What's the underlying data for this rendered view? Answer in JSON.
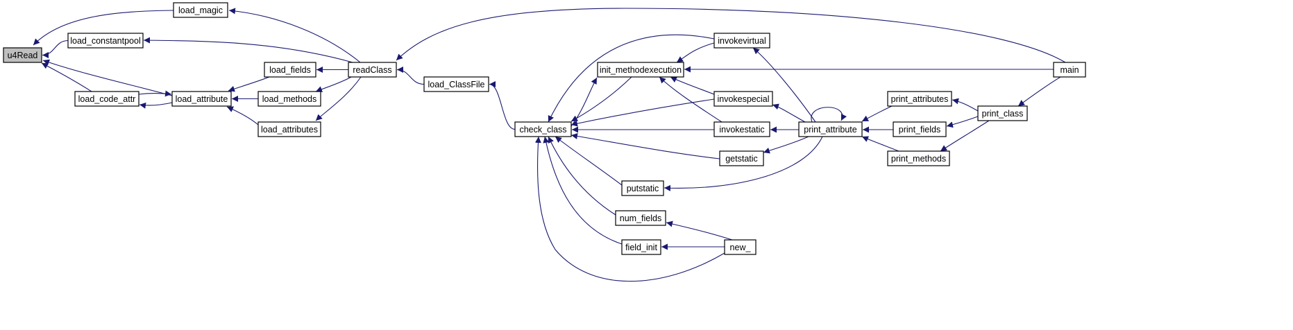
{
  "graph": {
    "edge_color": "#191970",
    "root_fill": "#bfbfbf",
    "nodes": [
      {
        "id": "u4Read",
        "label": "u4Read",
        "root": true
      },
      {
        "id": "load_magic",
        "label": "load_magic"
      },
      {
        "id": "load_constantpool",
        "label": "load_constantpool"
      },
      {
        "id": "load_code_attr",
        "label": "load_code_attr"
      },
      {
        "id": "load_attribute",
        "label": "load_attribute"
      },
      {
        "id": "load_fields",
        "label": "load_fields"
      },
      {
        "id": "load_methods",
        "label": "load_methods"
      },
      {
        "id": "load_attributes",
        "label": "load_attributes"
      },
      {
        "id": "readClass",
        "label": "readClass"
      },
      {
        "id": "load_ClassFile",
        "label": "load_ClassFile"
      },
      {
        "id": "check_class",
        "label": "check_class"
      },
      {
        "id": "init_methodexecution",
        "label": "init_methodexecution"
      },
      {
        "id": "invokevirtual",
        "label": "invokevirtual"
      },
      {
        "id": "invokespecial",
        "label": "invokespecial"
      },
      {
        "id": "invokestatic",
        "label": "invokestatic"
      },
      {
        "id": "getstatic",
        "label": "getstatic"
      },
      {
        "id": "putstatic",
        "label": "putstatic"
      },
      {
        "id": "num_fields",
        "label": "num_fields"
      },
      {
        "id": "field_init",
        "label": "field_init"
      },
      {
        "id": "new_",
        "label": "new_"
      },
      {
        "id": "print_attribute",
        "label": "print_attribute"
      },
      {
        "id": "print_attributes",
        "label": "print_attributes"
      },
      {
        "id": "print_fields",
        "label": "print_fields"
      },
      {
        "id": "print_methods",
        "label": "print_methods"
      },
      {
        "id": "print_class",
        "label": "print_class"
      },
      {
        "id": "main",
        "label": "main"
      }
    ],
    "edges": [
      {
        "from": "load_magic",
        "to": "u4Read"
      },
      {
        "from": "load_constantpool",
        "to": "u4Read"
      },
      {
        "from": "load_code_attr",
        "to": "u4Read"
      },
      {
        "from": "load_attribute",
        "to": "u4Read"
      },
      {
        "from": "load_attribute",
        "to": "load_code_attr"
      },
      {
        "from": "load_code_attr",
        "to": "load_attribute"
      },
      {
        "from": "load_fields",
        "to": "load_attribute"
      },
      {
        "from": "load_methods",
        "to": "load_attribute"
      },
      {
        "from": "load_attributes",
        "to": "load_attribute"
      },
      {
        "from": "readClass",
        "to": "load_magic"
      },
      {
        "from": "readClass",
        "to": "load_constantpool"
      },
      {
        "from": "readClass",
        "to": "load_fields"
      },
      {
        "from": "readClass",
        "to": "load_methods"
      },
      {
        "from": "readClass",
        "to": "load_attributes"
      },
      {
        "from": "load_ClassFile",
        "to": "readClass"
      },
      {
        "from": "main",
        "to": "readClass"
      },
      {
        "from": "check_class",
        "to": "load_ClassFile"
      },
      {
        "from": "init_methodexecution",
        "to": "check_class"
      },
      {
        "from": "check_class",
        "to": "init_methodexecution"
      },
      {
        "from": "invokevirtual",
        "to": "check_class"
      },
      {
        "from": "invokespecial",
        "to": "check_class"
      },
      {
        "from": "invokestatic",
        "to": "check_class"
      },
      {
        "from": "getstatic",
        "to": "check_class"
      },
      {
        "from": "putstatic",
        "to": "check_class"
      },
      {
        "from": "num_fields",
        "to": "check_class"
      },
      {
        "from": "field_init",
        "to": "check_class"
      },
      {
        "from": "new_",
        "to": "check_class"
      },
      {
        "from": "invokevirtual",
        "to": "init_methodexecution"
      },
      {
        "from": "invokespecial",
        "to": "init_methodexecution"
      },
      {
        "from": "invokestatic",
        "to": "init_methodexecution"
      },
      {
        "from": "main",
        "to": "init_methodexecution"
      },
      {
        "from": "print_attribute",
        "to": "invokevirtual"
      },
      {
        "from": "print_attribute",
        "to": "invokespecial"
      },
      {
        "from": "print_attribute",
        "to": "invokestatic"
      },
      {
        "from": "print_attribute",
        "to": "getstatic"
      },
      {
        "from": "print_attribute",
        "to": "putstatic"
      },
      {
        "from": "print_attribute",
        "to": "print_attribute"
      },
      {
        "from": "new_",
        "to": "num_fields"
      },
      {
        "from": "new_",
        "to": "field_init"
      },
      {
        "from": "print_attributes",
        "to": "print_attribute"
      },
      {
        "from": "print_fields",
        "to": "print_attribute"
      },
      {
        "from": "print_methods",
        "to": "print_attribute"
      },
      {
        "from": "print_class",
        "to": "print_attributes"
      },
      {
        "from": "print_class",
        "to": "print_fields"
      },
      {
        "from": "print_class",
        "to": "print_methods"
      },
      {
        "from": "main",
        "to": "print_class"
      }
    ]
  }
}
